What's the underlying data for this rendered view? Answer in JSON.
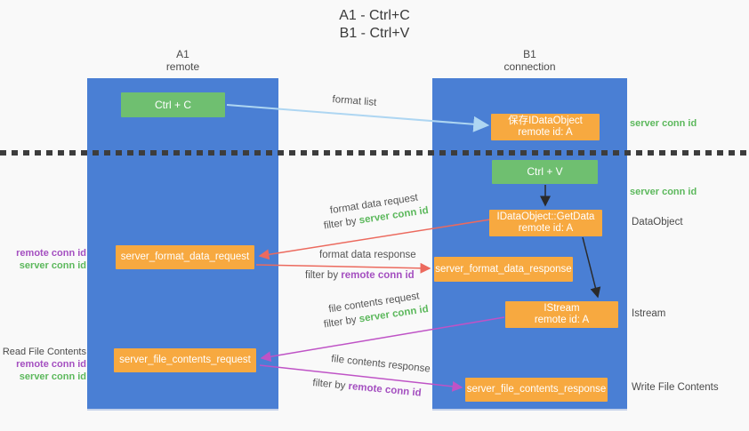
{
  "title": {
    "line1": "A1 - Ctrl+C",
    "line2": "B1 - Ctrl+V"
  },
  "columns": {
    "left": {
      "id": "A1",
      "type": "remote"
    },
    "right": {
      "id": "B1",
      "type": "connection"
    }
  },
  "nodes": {
    "ctrl_c": {
      "label": "Ctrl + C"
    },
    "ctrl_v": {
      "label": "Ctrl + V"
    },
    "save_idataobject": {
      "line1": "保存IDataObject",
      "line2": "remote id: A"
    },
    "getdata": {
      "line1": "IDataObject::GetData",
      "line2": "remote id: A"
    },
    "istream": {
      "line1": "IStream",
      "line2": "remote id: A"
    },
    "server_format_data_request": {
      "label": "server_format_data_request"
    },
    "server_format_data_response": {
      "label": "server_format_data_response"
    },
    "server_file_contents_request": {
      "label": "server_file_contents_request"
    },
    "server_file_contents_response": {
      "label": "server_file_contents_response"
    }
  },
  "arrows": {
    "format_list": {
      "label": "format list"
    },
    "format_data_request": {
      "line1": "format data request",
      "filter_prefix": "filter by",
      "filter_key": "server conn id"
    },
    "format_data_response": {
      "line1": "format data response",
      "filter_prefix": "filter by",
      "filter_key": "remote conn id"
    },
    "file_contents_request": {
      "line1": "file contents request",
      "filter_prefix": "filter by",
      "filter_key": "server conn id"
    },
    "file_contents_response": {
      "line1": "file contents response",
      "filter_prefix": "filter by",
      "filter_key": "remote conn id"
    }
  },
  "annotations": {
    "left_mid": {
      "remote": "remote conn id",
      "server": "server conn id"
    },
    "left_bottom": {
      "title": "Read File Contents",
      "remote": "remote conn id",
      "server": "server conn id"
    },
    "right_server_conn_top": "server conn id",
    "right_server_conn_mid": "server conn id",
    "dataobject": "DataObject",
    "istream": "Istream",
    "write_file_contents": "Write File Contents"
  },
  "colors": {
    "column_blue": "#4a7fd4",
    "box_green": "#6fbf70",
    "box_orange": "#f7a940",
    "arrow_blue": "#aed6f2",
    "arrow_red": "#ec6a5e",
    "arrow_magenta": "#bf53c6",
    "arrow_black": "#2a2a2a",
    "text_green": "#5cb85c",
    "text_purple": "#a44fc0"
  }
}
